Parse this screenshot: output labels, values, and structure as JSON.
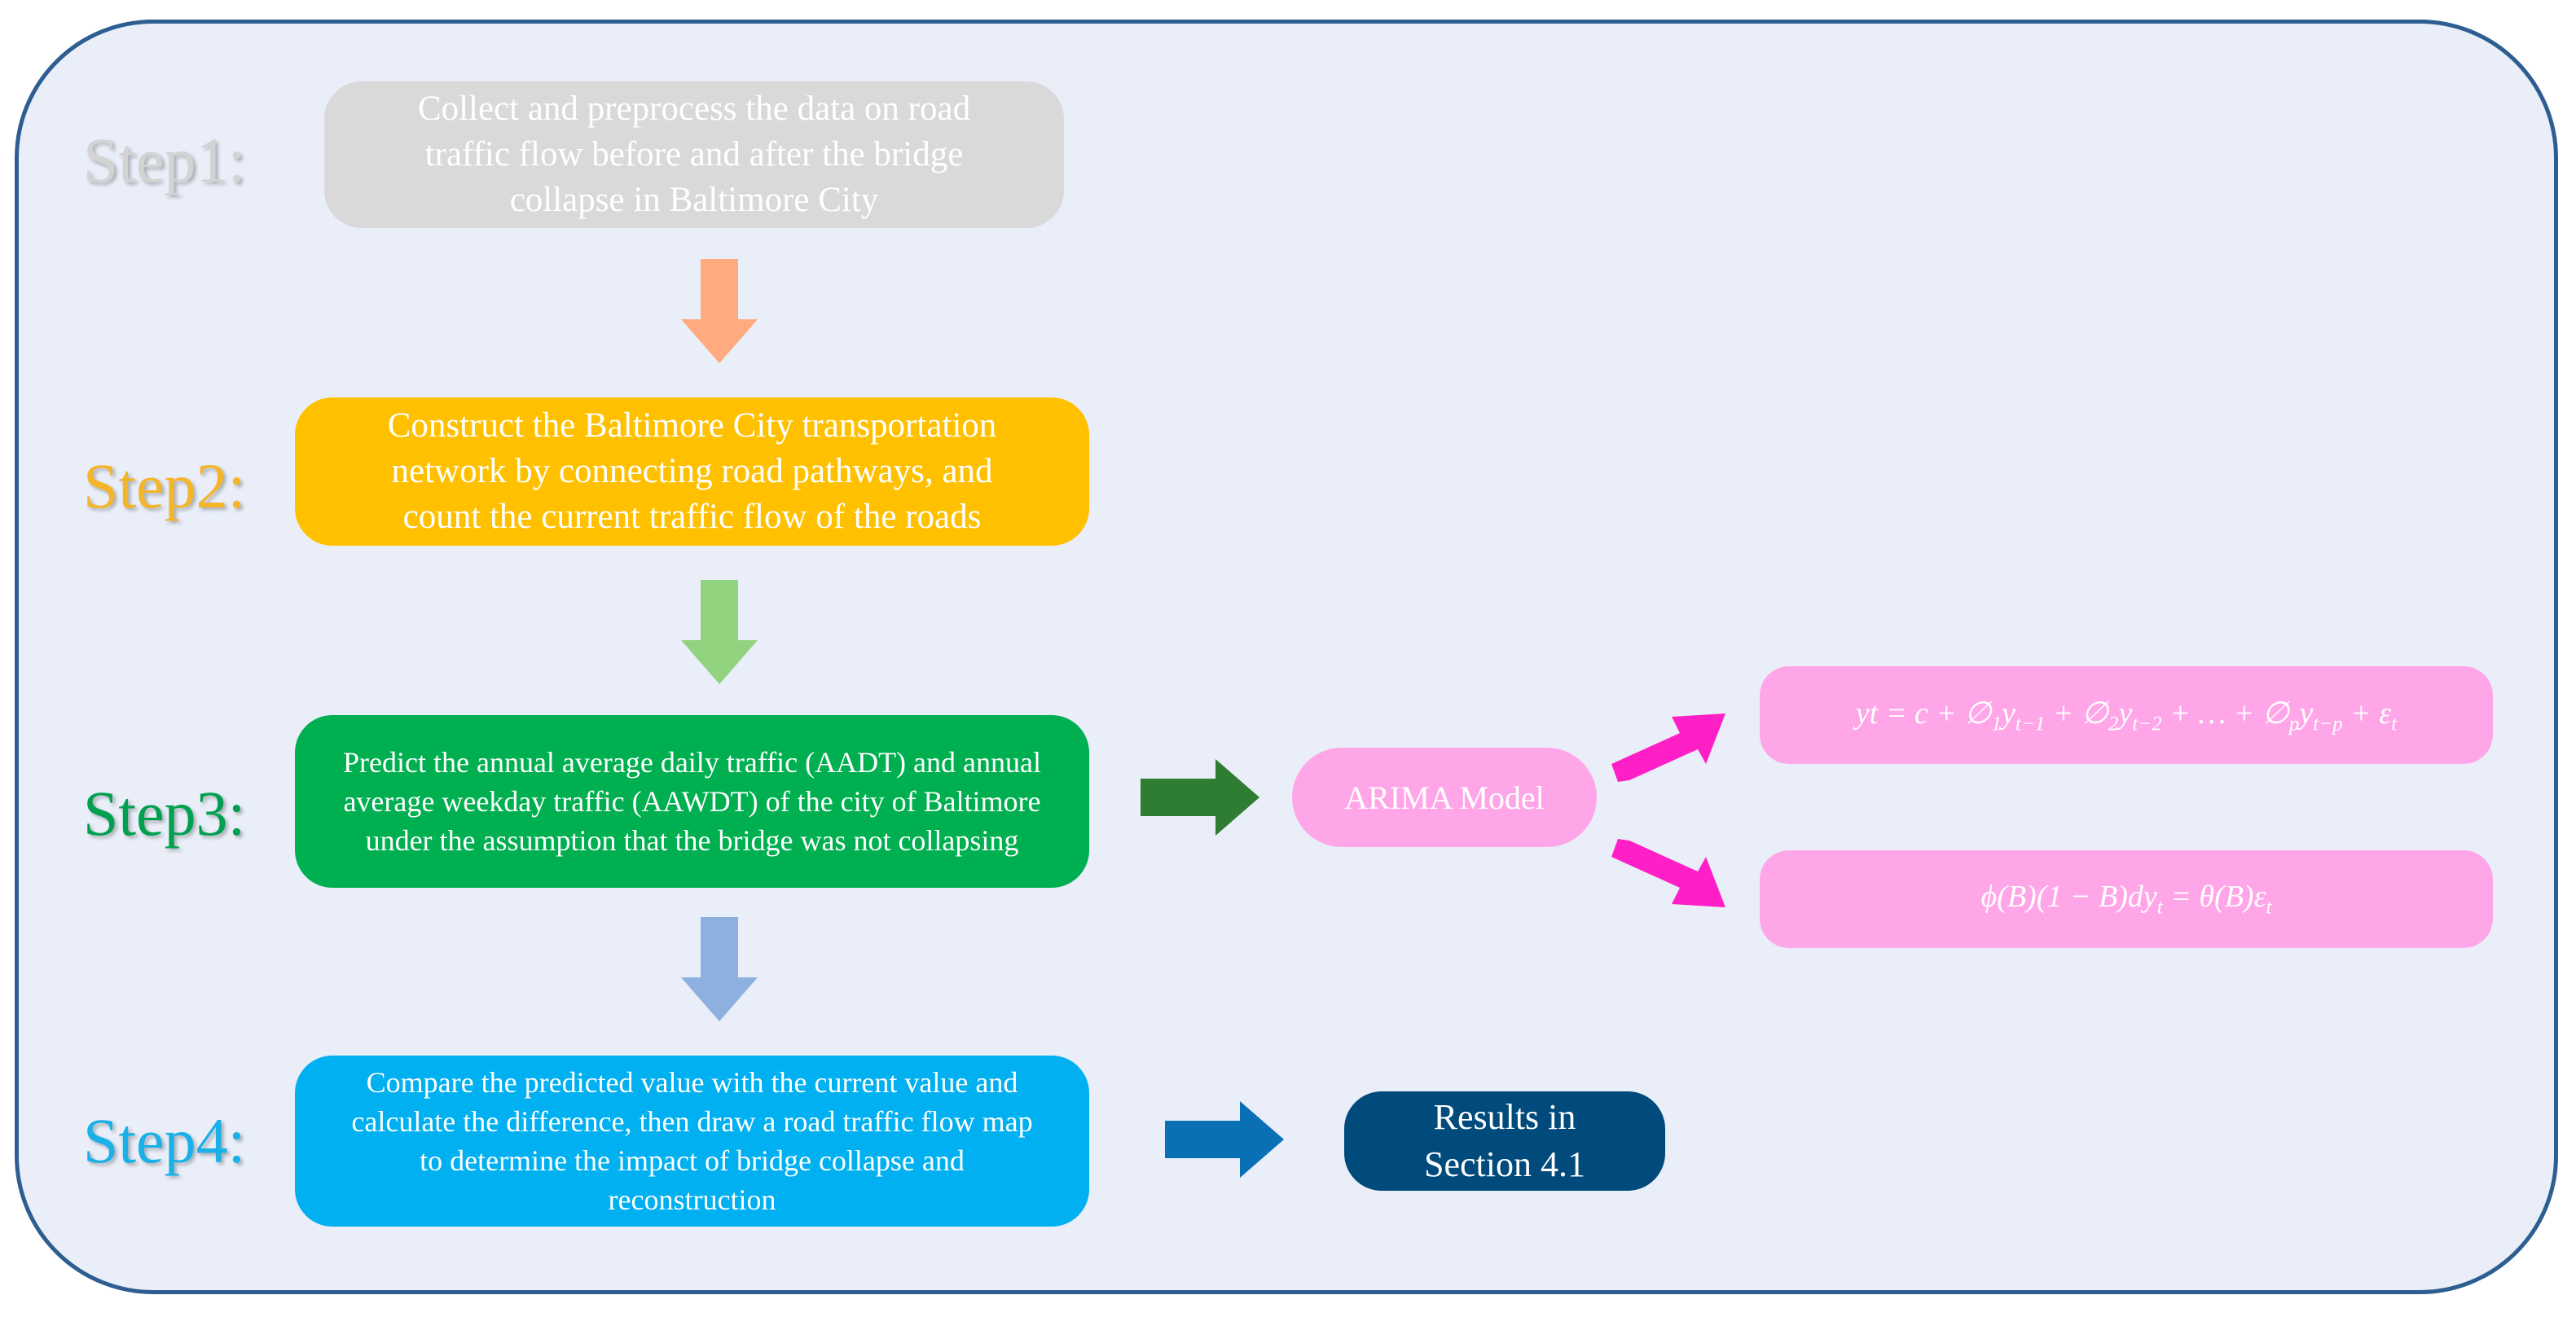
{
  "steps": [
    {
      "label": "Step1:",
      "text": "Collect and preprocess the data on road traffic flow before and after the bridge collapse in Baltimore City",
      "color": "#d9d9d9",
      "label_color": "#d0d0d0"
    },
    {
      "label": "Step2:",
      "text": "Construct the Baltimore City transportation network by connecting road pathways, and count the current traffic flow of the roads",
      "color": "#ffc000",
      "label_color": "#f5b52a"
    },
    {
      "label": "Step3:",
      "text": "Predict the annual average daily traffic (AADT) and annual average weekday traffic (AAWDT) of the city of Baltimore under the assumption that the bridge was not collapsing",
      "color": "#00b050",
      "label_color": "#00a050"
    },
    {
      "label": "Step4:",
      "text": "Compare the predicted value with the current value and calculate the difference, then draw a road traffic flow map to determine the impact of bridge collapse and reconstruction",
      "color": "#00b0f0",
      "label_color": "#1ab0e8"
    }
  ],
  "arima": {
    "label": "ARIMA Model",
    "color": "#ffa6e8"
  },
  "formula1": {
    "lhs": "yt",
    "c": "c",
    "phi": "∅",
    "y": "y",
    "eps": "ε",
    "sub1": "1",
    "sub2": "2",
    "subp": "p",
    "subt1": "t−1",
    "subt2": "t−2",
    "subtp": "t−p",
    "subt": "t",
    "plus": "+",
    "equals": "=",
    "dots": "…"
  },
  "formula2": {
    "phi": "ϕ",
    "theta": "θ",
    "B": "B",
    "one": "1",
    "minus": "−",
    "d": "d",
    "y": "y",
    "eps": "ε",
    "subt": "t",
    "equals": "=",
    "lp": "(",
    "rp": ")"
  },
  "results": {
    "line1": "Results in",
    "line2": "Section 4.1",
    "color": "#004a7c"
  },
  "arrow_colors": {
    "a1": "#ffab7f",
    "a2": "#92d37f",
    "a3": "#8db0e0",
    "a_green": "#2e7d32",
    "a_blue": "#0a70b5",
    "a_pink": "#ff1fc6"
  }
}
